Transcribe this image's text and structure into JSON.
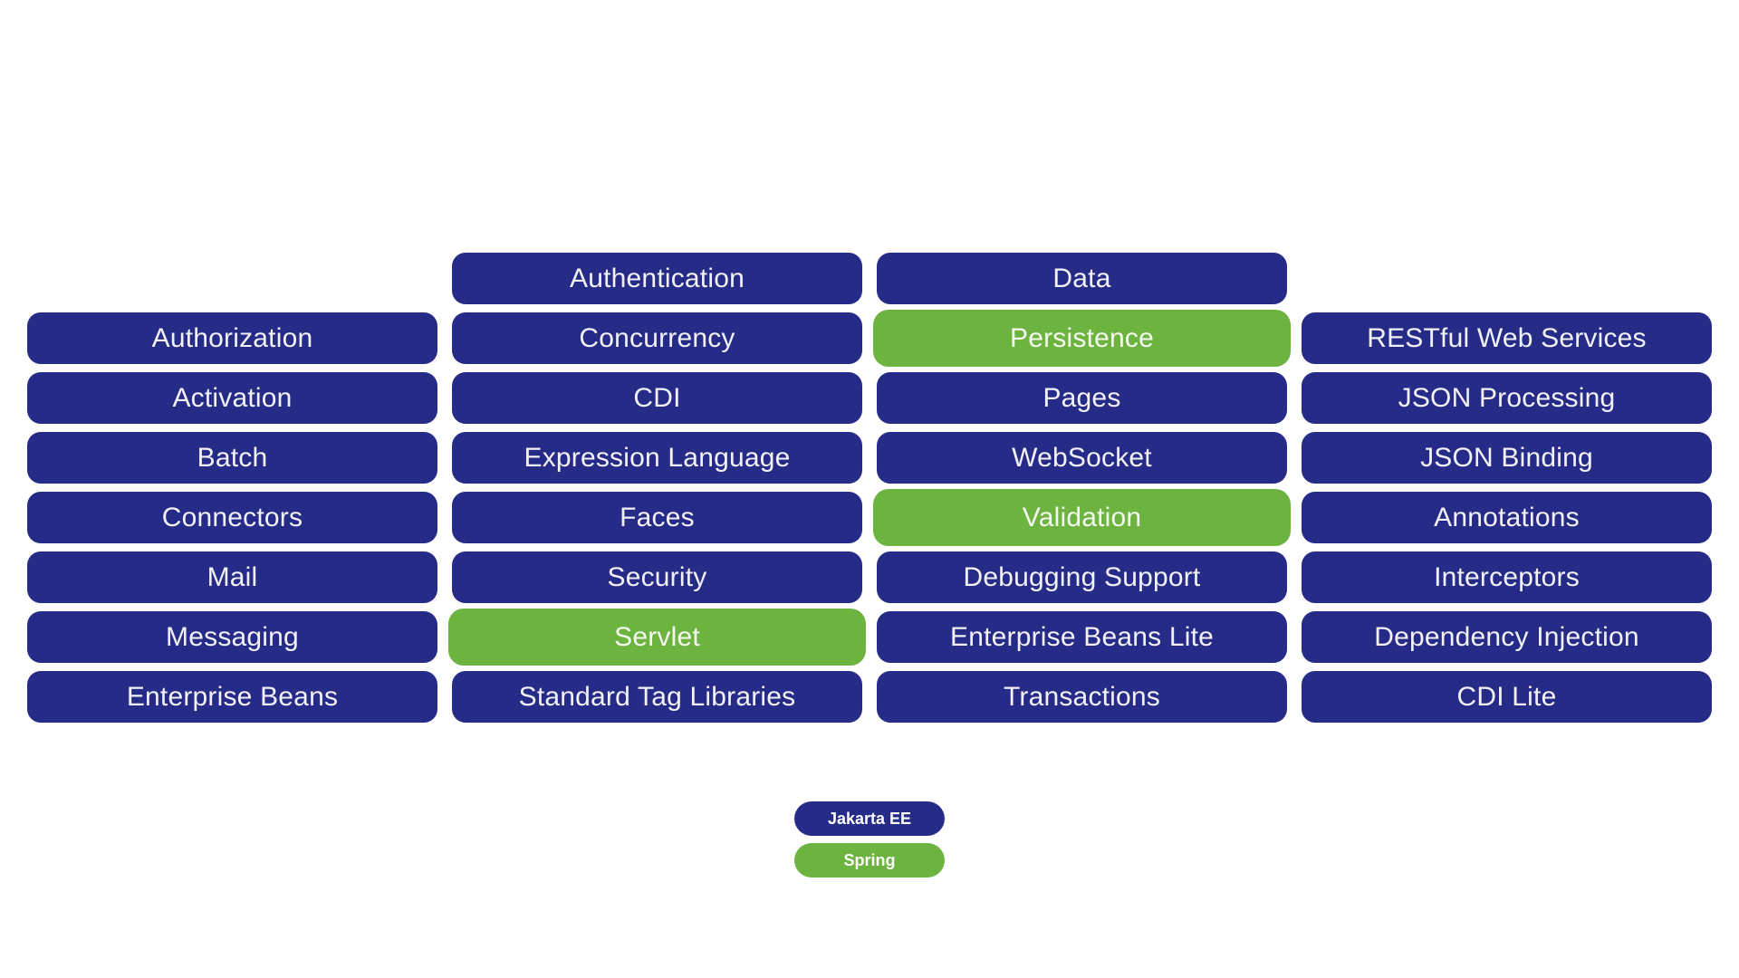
{
  "colors": {
    "jakarta_blue": "#252B87",
    "spring_green": "#6DB33F",
    "pill_text": "#F1F1F6",
    "background": "#FFFFFF"
  },
  "grid": {
    "columns": [
      {
        "name": "column-1",
        "items": [
          {
            "label": "Authorization",
            "tech": "Jakarta EE"
          },
          {
            "label": "Activation",
            "tech": "Jakarta EE"
          },
          {
            "label": "Batch",
            "tech": "Jakarta EE"
          },
          {
            "label": "Connectors",
            "tech": "Jakarta EE"
          },
          {
            "label": "Mail",
            "tech": "Jakarta EE"
          },
          {
            "label": "Messaging",
            "tech": "Jakarta EE"
          },
          {
            "label": "Enterprise Beans",
            "tech": "Jakarta EE"
          }
        ]
      },
      {
        "name": "column-2",
        "items": [
          {
            "label": "Authentication",
            "tech": "Jakarta EE"
          },
          {
            "label": "Concurrency",
            "tech": "Jakarta EE"
          },
          {
            "label": "CDI",
            "tech": "Jakarta EE"
          },
          {
            "label": "Expression Language",
            "tech": "Jakarta EE"
          },
          {
            "label": "Faces",
            "tech": "Jakarta EE"
          },
          {
            "label": "Security",
            "tech": "Jakarta EE"
          },
          {
            "label": "Servlet",
            "tech": "Spring"
          },
          {
            "label": "Standard Tag Libraries",
            "tech": "Jakarta EE"
          }
        ]
      },
      {
        "name": "column-3",
        "items": [
          {
            "label": "Data",
            "tech": "Jakarta EE"
          },
          {
            "label": "Persistence",
            "tech": "Spring"
          },
          {
            "label": "Pages",
            "tech": "Jakarta EE"
          },
          {
            "label": "WebSocket",
            "tech": "Jakarta EE"
          },
          {
            "label": "Validation",
            "tech": "Spring"
          },
          {
            "label": "Debugging Support",
            "tech": "Jakarta EE"
          },
          {
            "label": "Enterprise Beans Lite",
            "tech": "Jakarta EE"
          },
          {
            "label": "Transactions",
            "tech": "Jakarta EE"
          }
        ]
      },
      {
        "name": "column-4",
        "items": [
          {
            "label": "RESTful Web Services",
            "tech": "Jakarta EE"
          },
          {
            "label": "JSON Processing",
            "tech": "Jakarta EE"
          },
          {
            "label": "JSON Binding",
            "tech": "Jakarta EE"
          },
          {
            "label": "Annotations",
            "tech": "Jakarta EE"
          },
          {
            "label": "Interceptors",
            "tech": "Jakarta EE"
          },
          {
            "label": "Dependency Injection",
            "tech": "Jakarta EE"
          },
          {
            "label": "CDI Lite",
            "tech": "Jakarta EE"
          }
        ]
      }
    ]
  },
  "legend": {
    "items": [
      {
        "label": "Jakarta EE",
        "color": "#252B87"
      },
      {
        "label": "Spring",
        "color": "#6DB33F"
      }
    ]
  }
}
